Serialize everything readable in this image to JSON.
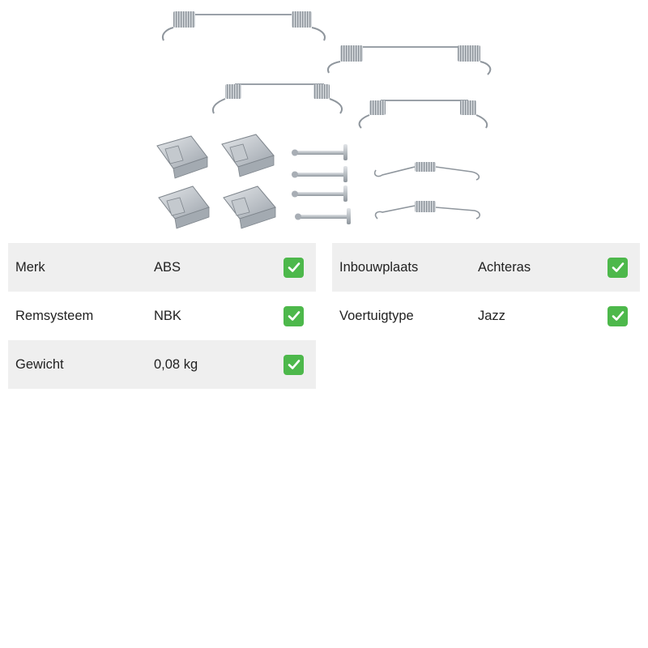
{
  "product": {
    "image_alt": "Remschoenen montageset: veren, klemmen en pennen"
  },
  "specs_left": [
    {
      "label": "Merk",
      "value": "ABS",
      "verified": true
    },
    {
      "label": "Remsysteem",
      "value": "NBK",
      "verified": true
    },
    {
      "label": "Gewicht",
      "value": "0,08 kg",
      "verified": true
    }
  ],
  "specs_right": [
    {
      "label": "Inbouwplaats",
      "value": "Achteras",
      "verified": true
    },
    {
      "label": "Voertuigtype",
      "value": "Jazz",
      "verified": true
    }
  ],
  "colors": {
    "row_shade": "#efefef",
    "check_green": "#4db84b",
    "metal": "#b8bec4"
  },
  "icons": {
    "check": "white-check-mark-icon"
  }
}
